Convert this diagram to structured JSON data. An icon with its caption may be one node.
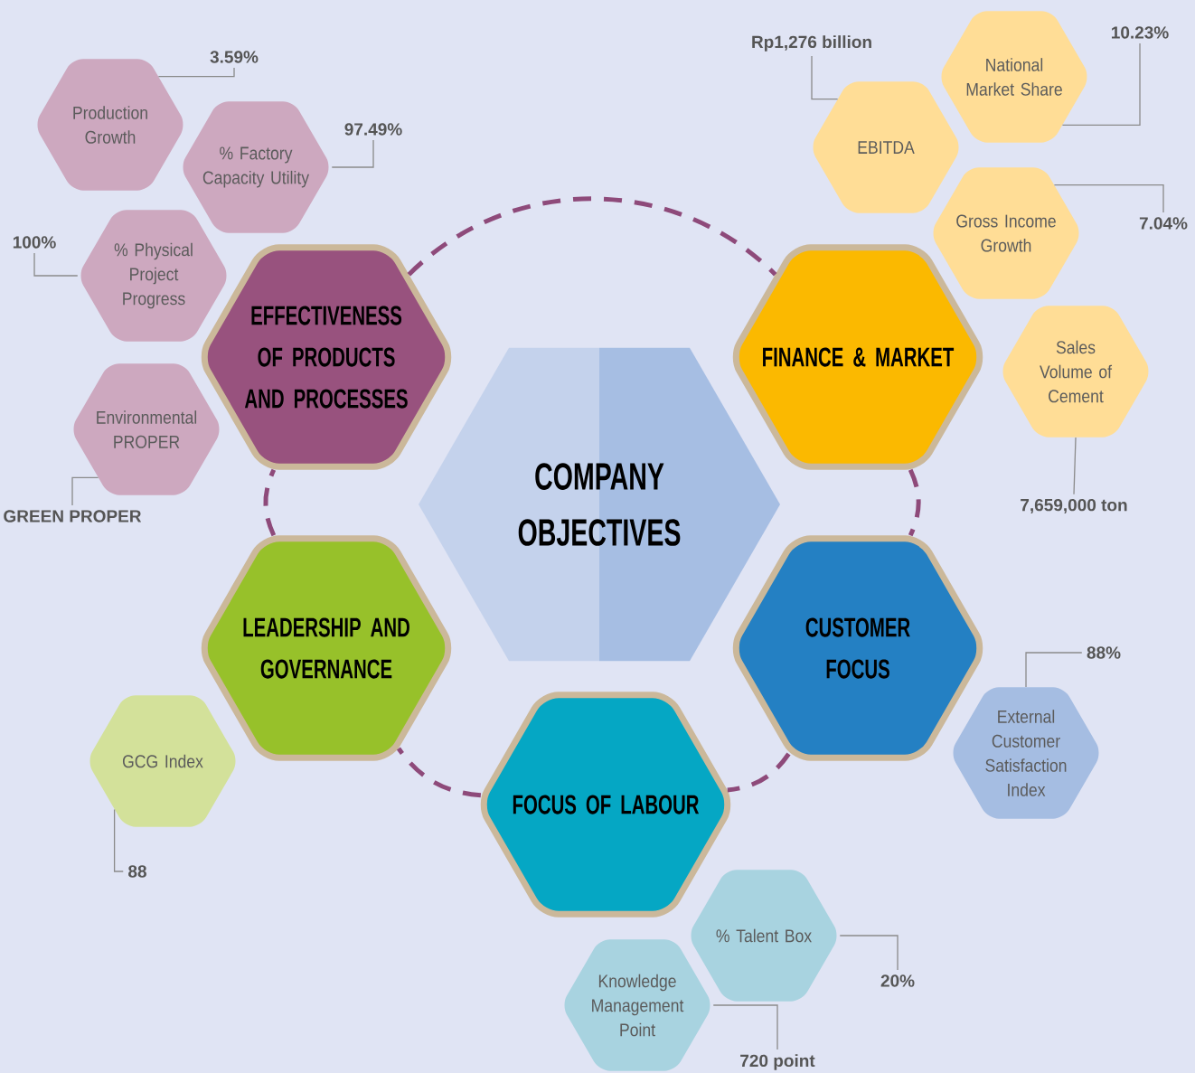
{
  "diagram": {
    "nodes": [
      {
        "text": [
          "COMPANY OBJECTIVES"
        ]
      },
      {
        "text": [
          "EFFECTIVENESS OF PRODUCTS AND PROCESSES"
        ]
      },
      {
        "text": [
          "FINANCE & MARKET"
        ]
      },
      {
        "text": [
          "LEADERSHIP AND GOVERNANCE"
        ]
      },
      {
        "text": [
          "CUSTOMER FOCUS"
        ]
      },
      {
        "text": [
          "FOCUS OF LABOUR"
        ]
      },
      {
        "text": [
          "Production Growth"
        ]
      },
      {
        "text": [
          "3.59%"
        ]
      },
      {
        "text": [
          "% Factory Capacity Utility"
        ]
      },
      {
        "text": [
          "97.49%"
        ]
      },
      {
        "text": [
          "% Physical Project Progress"
        ]
      },
      {
        "text": [
          "100%"
        ]
      },
      {
        "text": [
          "Environmental PROPER"
        ]
      },
      {
        "text": [
          "GREEN PROPER"
        ]
      },
      {
        "text": [
          "EBITDA"
        ]
      },
      {
        "text": [
          "Rp1,276 billion"
        ]
      },
      {
        "text": [
          "National Market Share"
        ]
      },
      {
        "text": [
          "10.23%"
        ]
      },
      {
        "text": [
          "Gross Income Growth"
        ]
      },
      {
        "text": [
          "7.04%"
        ]
      },
      {
        "text": [
          "Sales Volume of Cement"
        ]
      },
      {
        "text": [
          "7,659,000 ton"
        ]
      },
      {
        "text": [
          "External Customer Satisfaction Index"
        ]
      },
      {
        "text": [
          "88%"
        ]
      },
      {
        "text": [
          "GCG Index"
        ]
      },
      {
        "text": [
          "88"
        ]
      },
      {
        "text": [
          "% Talent Box"
        ]
      },
      {
        "text": [
          "20%"
        ]
      },
      {
        "text": [
          "Knowledge Management Point"
        ]
      },
      {
        "text": [
          "720 point"
        ]
      }
    ],
    "edges": [
      {
        "from": 1,
        "to": 2,
        "arrow": "none",
        "style": "dashed",
        "color": "#8e4a7a"
      },
      {
        "from": 2,
        "to": 4,
        "arrow": "none",
        "style": "dashed",
        "color": "#8e4a7a"
      },
      {
        "from": 4,
        "to": 5,
        "arrow": "none",
        "style": "dashed",
        "color": "#8e4a7a"
      },
      {
        "from": 5,
        "to": 3,
        "arrow": "none",
        "style": "dashed",
        "color": "#8e4a7a"
      },
      {
        "from": 3,
        "to": 1,
        "arrow": "none",
        "style": "dashed",
        "color": "#8e4a7a"
      },
      {
        "from": 6,
        "to": 7,
        "arrow": "none"
      },
      {
        "from": 8,
        "to": 9,
        "arrow": "none"
      },
      {
        "from": 10,
        "to": 11,
        "arrow": "none"
      },
      {
        "from": 12,
        "to": 13,
        "arrow": "none"
      },
      {
        "from": 14,
        "to": 15,
        "arrow": "none"
      },
      {
        "from": 16,
        "to": 17,
        "arrow": "none"
      },
      {
        "from": 18,
        "to": 19,
        "arrow": "none"
      },
      {
        "from": 20,
        "to": 21,
        "arrow": "none"
      },
      {
        "from": 22,
        "to": 23,
        "arrow": "none"
      },
      {
        "from": 24,
        "to": 25,
        "arrow": "none"
      },
      {
        "from": 26,
        "to": 27,
        "arrow": "none"
      },
      {
        "from": 28,
        "to": 29,
        "arrow": "none"
      }
    ]
  }
}
